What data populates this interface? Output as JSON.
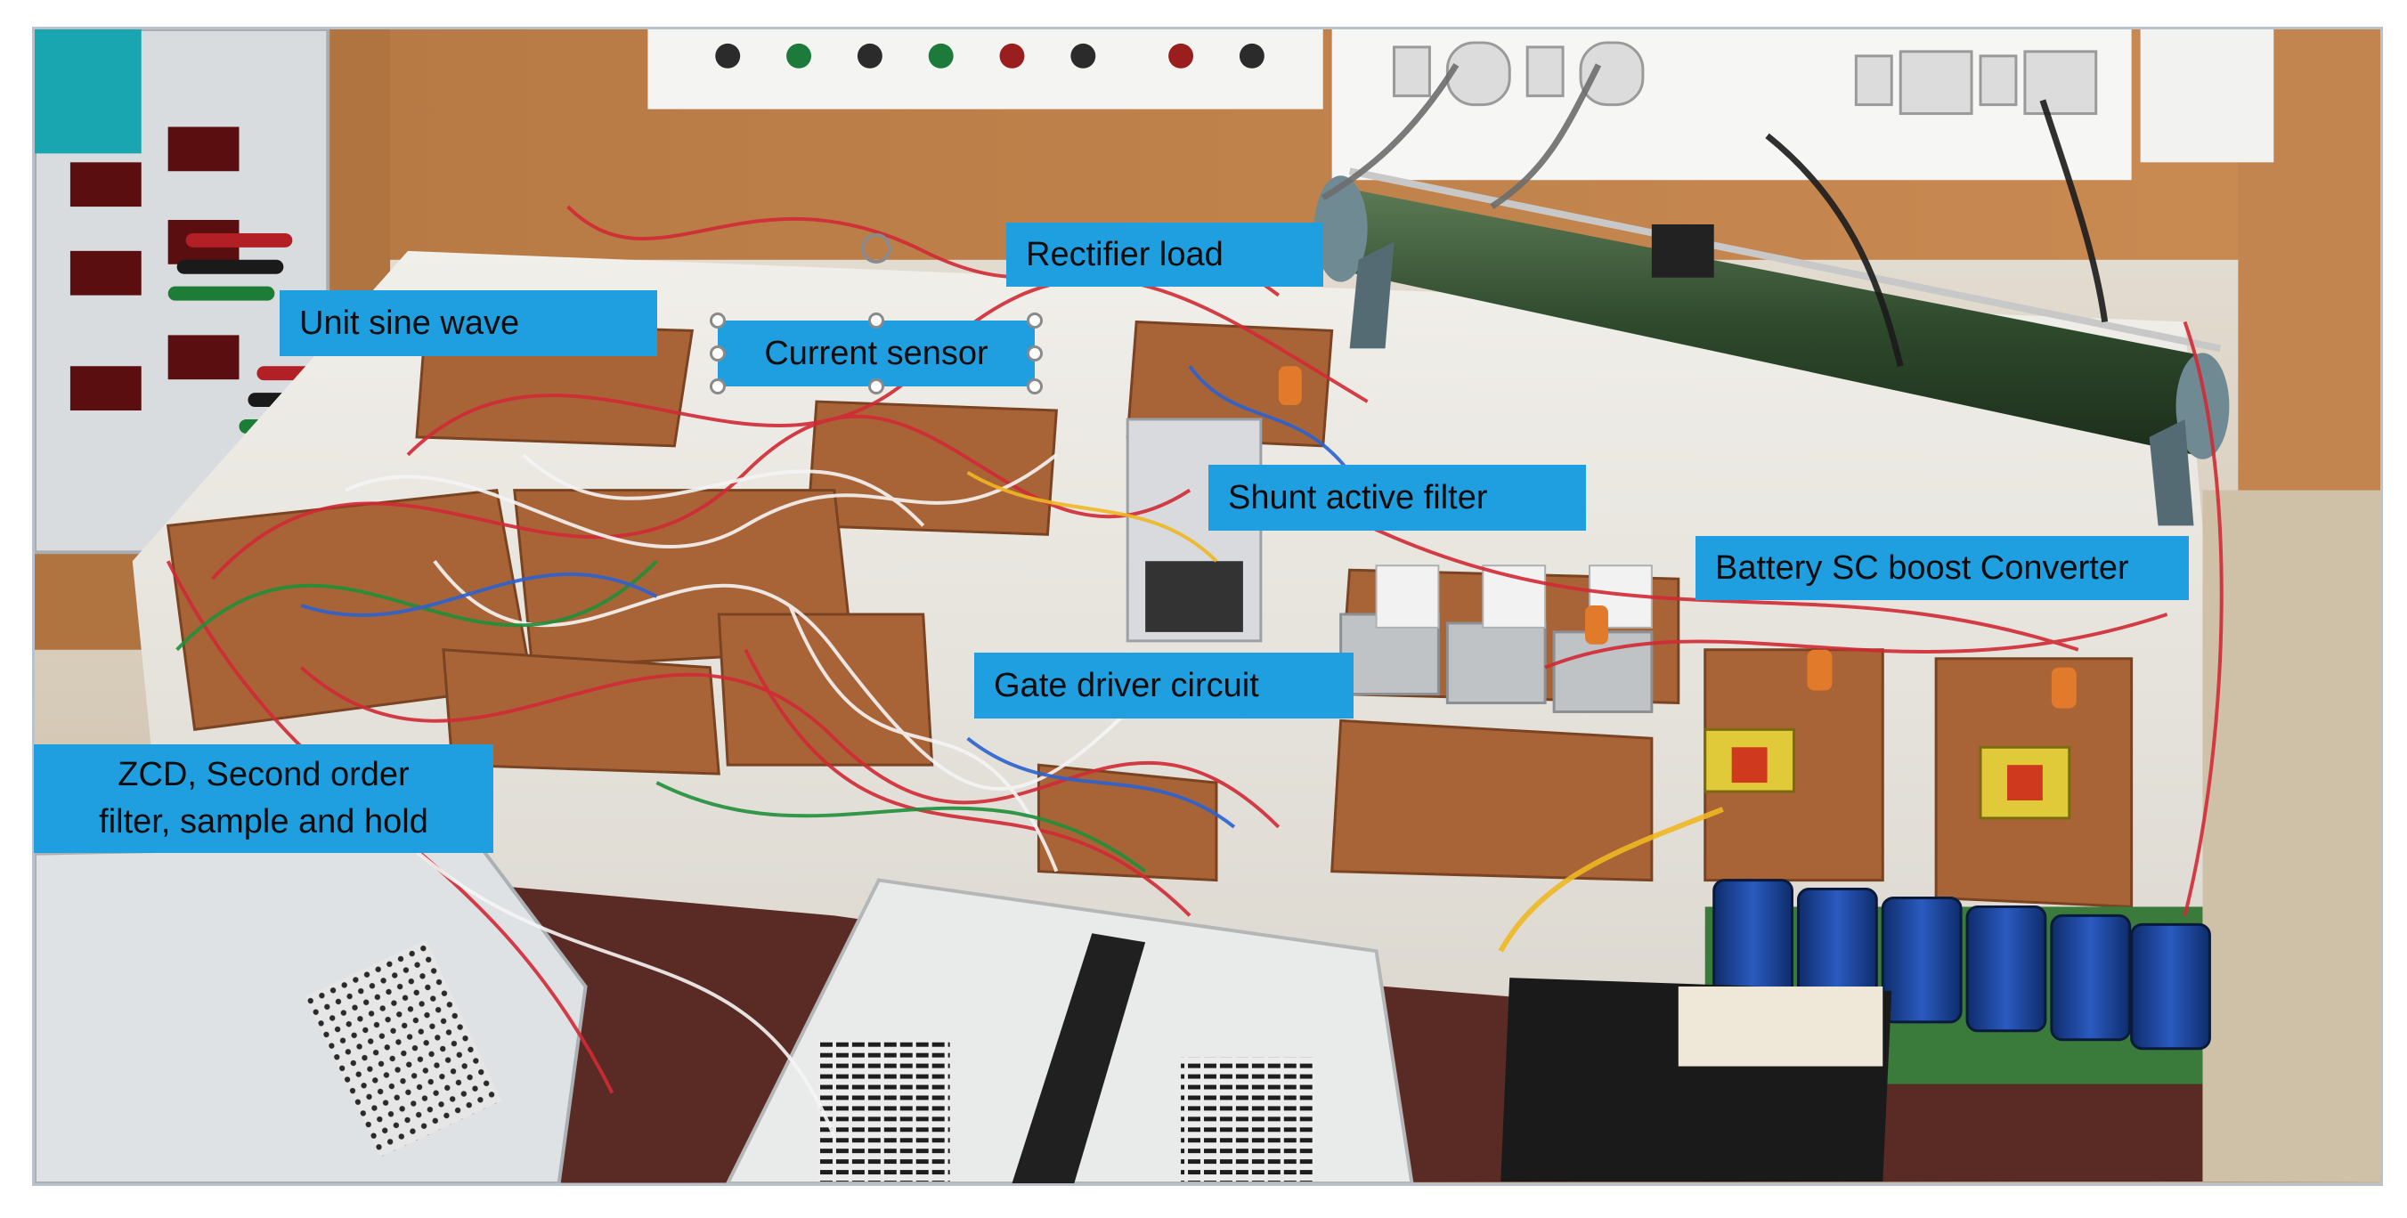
{
  "labels": {
    "rectifier_load": "Rectifier load",
    "unit_sine_wave": "Unit sine wave",
    "current_sensor": "Current sensor",
    "shunt_active_filter": "Shunt active filter",
    "battery_sc_boost_converter": "Battery SC boost Converter",
    "gate_driver_circuit": "Gate driver circuit",
    "zcd_filter_sample_hold": "ZCD, Second order\nfilter, sample and hold"
  },
  "colors": {
    "label_background": "#1f9fe0",
    "label_text": "#0c0c0c"
  }
}
